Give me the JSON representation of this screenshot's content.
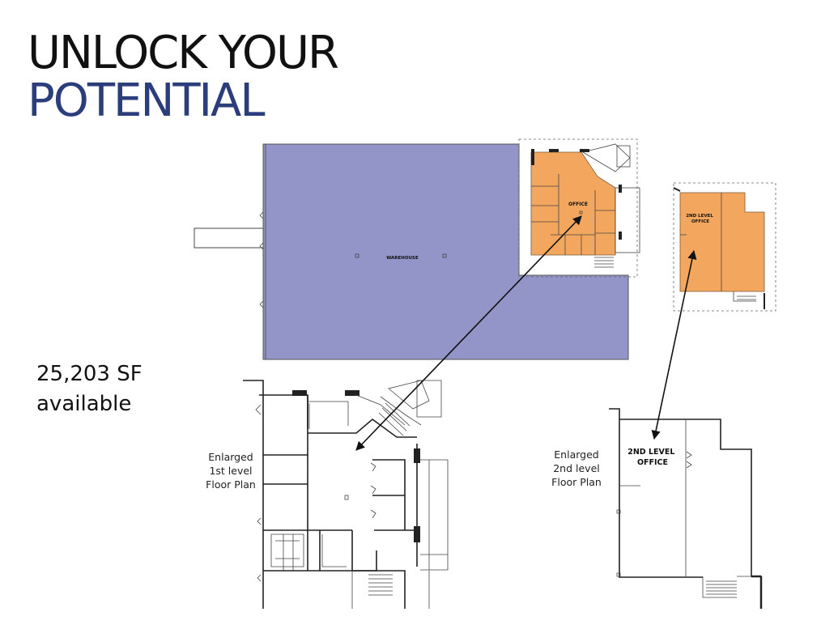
{
  "title": {
    "line1": "UNLOCK YOUR",
    "line2": "POTENTIAL"
  },
  "area": {
    "line1": "25,203 SF",
    "line2": "available"
  },
  "labels": {
    "warehouse": "WAREHOUSE",
    "office": "OFFICE",
    "second_level_office_small_1": "2ND LEVEL",
    "second_level_office_small_2": "OFFICE",
    "second_level_office_large_1": "2ND LEVEL",
    "second_level_office_large_2": "OFFICE"
  },
  "plan_labels": {
    "first_level": [
      "Enlarged",
      "1st level",
      "Floor Plan"
    ],
    "second_level": [
      "Enlarged",
      "2nd level",
      "Floor Plan"
    ]
  },
  "colors": {
    "warehouse": "#9394c7",
    "office": "#f3a75e",
    "title_accent": "#2b3d7a"
  }
}
